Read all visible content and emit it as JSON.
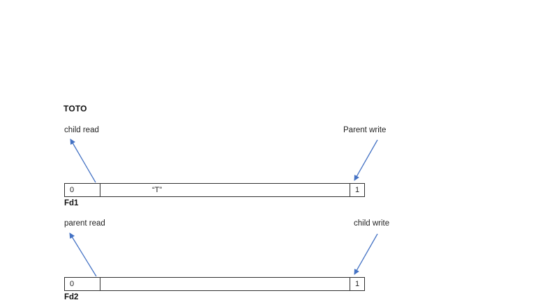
{
  "title": "TOTO",
  "colors": {
    "arrow": "#4472c4",
    "border": "#2f2f2f",
    "text": "#1f1f1f",
    "background": "#ffffff"
  },
  "pipes": [
    {
      "name": "Fd1",
      "read_fd": "0",
      "write_fd": "1",
      "buffer_content": "“T”",
      "read_label": "child read",
      "write_label": "Parent write"
    },
    {
      "name": "Fd2",
      "read_fd": "0",
      "write_fd": "1",
      "buffer_content": "",
      "read_label": "parent read",
      "write_label": "child write"
    }
  ]
}
